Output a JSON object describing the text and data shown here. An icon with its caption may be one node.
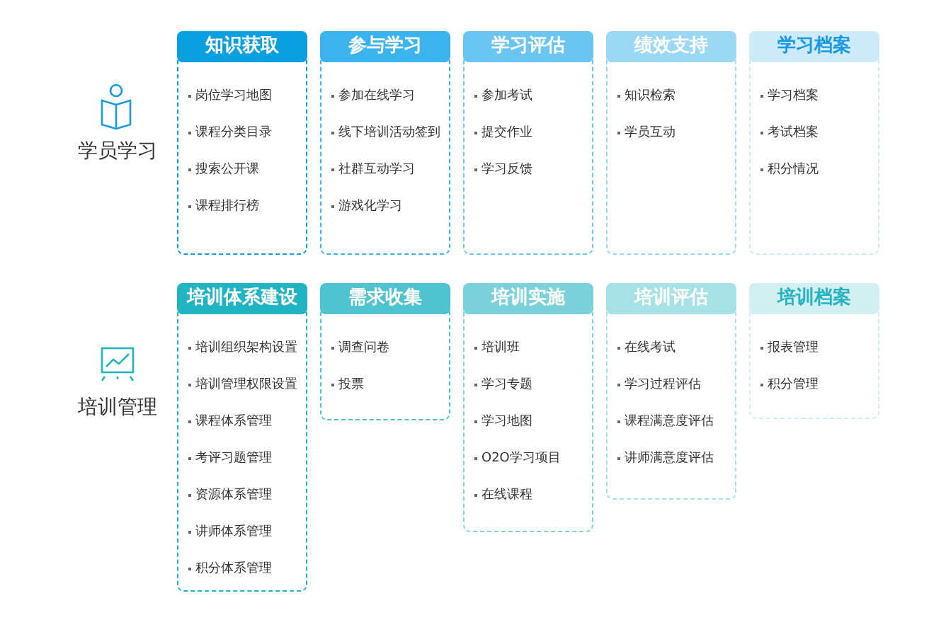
{
  "diagram": {
    "nodes": [
      {
        "text": [
          "知识获取",
          "岗位学习地图",
          "课程分类目录",
          "搜索公开课",
          "课程排行榜"
        ]
      },
      {
        "text": [
          "参与学习",
          "参加在线学习",
          "线下培训活动签到",
          "社群互动学习",
          "游戏化学习"
        ]
      },
      {
        "text": [
          "学习评估",
          "参加考试",
          "提交作业",
          "学习反馈"
        ]
      },
      {
        "text": [
          "绩效支持",
          "知识检索",
          "学员互动"
        ]
      },
      {
        "text": [
          "学习档案",
          "学习档案",
          "考试档案",
          "积分情况"
        ]
      },
      {
        "text": [
          "培训体系建设",
          "培训组织架构设置",
          "培训管理权限设置",
          "课程体系管理",
          "考评习题管理",
          "资源体系管理",
          "讲师体系管理",
          "积分体系管理"
        ]
      },
      {
        "text": [
          "需求收集",
          "调查问卷",
          "投票"
        ]
      },
      {
        "text": [
          "培训实施",
          "培训班",
          "学习专题",
          "学习地图",
          "O2O学习项目",
          "在线课程"
        ]
      },
      {
        "text": [
          "培训评估",
          "在线考试",
          "学习过程评估",
          "课程满意度评估",
          "讲师满意度评估"
        ]
      },
      {
        "text": [
          "培训档案",
          "报表管理",
          "积分管理"
        ]
      }
    ],
    "labels": [
      "学员学习",
      "培训管理"
    ]
  }
}
